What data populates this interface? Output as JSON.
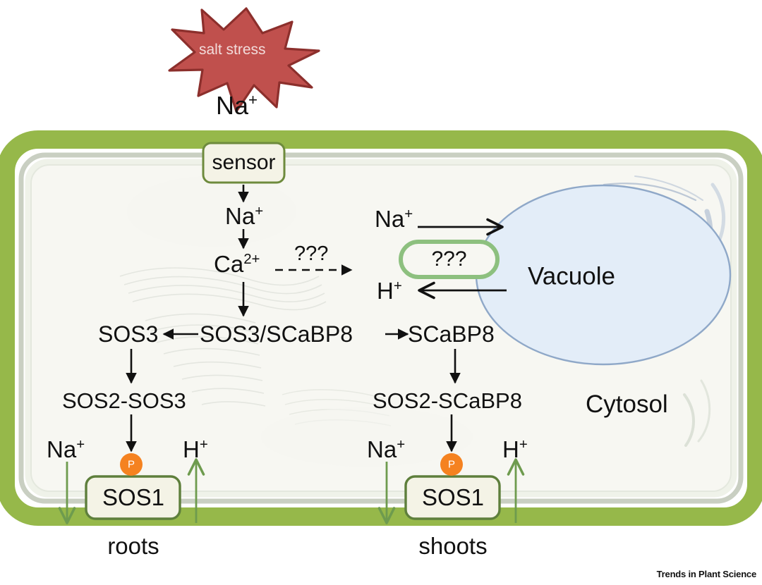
{
  "figure": {
    "credit": "Trends in Plant Science",
    "stimulus": {
      "burst_label": "salt stress",
      "burst_ion": "Na+",
      "burst_color": "#C0504D",
      "burst_stroke": "#8C2F2C",
      "burst_text_color": "#F2DCDB"
    },
    "cell": {
      "wall_color": "#96B84A",
      "membrane_color": "#D9DED2",
      "cytosol_color": "#F7F7F2",
      "cytosol_label": "Cytosol"
    },
    "vacuole": {
      "label": "Vacuole",
      "fill": "#E3EDF8",
      "stroke": "#8FA8C8"
    },
    "membrane_proteins": [
      {
        "id": "sensor",
        "label": "sensor",
        "shape": "rounded-rect",
        "fill": "#F4F3E6",
        "stroke": "#6E8B3D"
      },
      {
        "id": "tonoplast-transporter",
        "label": "???",
        "shape": "pill",
        "fill": "#F4F3E6",
        "stroke": "#8DC07F"
      },
      {
        "id": "sos1-roots",
        "label": "SOS1",
        "shape": "rounded-rect",
        "fill": "#F4F3E6",
        "stroke": "#5E7F3C"
      },
      {
        "id": "sos1-shoots",
        "label": "SOS1",
        "shape": "rounded-rect",
        "fill": "#F4F3E6",
        "stroke": "#5E7F3C"
      }
    ],
    "phospho_badge": {
      "label": "P",
      "fill": "#F58220",
      "text_color": "#FFFFFF"
    },
    "pathway": {
      "na_in": "Na+",
      "ca": "Ca2+",
      "unknown_link": "???",
      "hub": "SOS3/SCaBP8",
      "left_branch": "SOS3",
      "right_branch": "SCaBP8",
      "left_complex": "SOS2-SOS3",
      "right_complex": "SOS2-SCaBP8"
    },
    "tonoplast_flux": {
      "into_vacuole": "Na+",
      "out_of_vacuole": "H+"
    },
    "plasma_membrane_flux": {
      "roots": {
        "tissue": "roots",
        "efflux": "Na+",
        "influx": "H+"
      },
      "shoots": {
        "tissue": "shoots",
        "efflux": "Na+",
        "influx": "H+"
      }
    },
    "arrow_colors": {
      "black": "#111111",
      "green": "#6E9B4E"
    }
  }
}
